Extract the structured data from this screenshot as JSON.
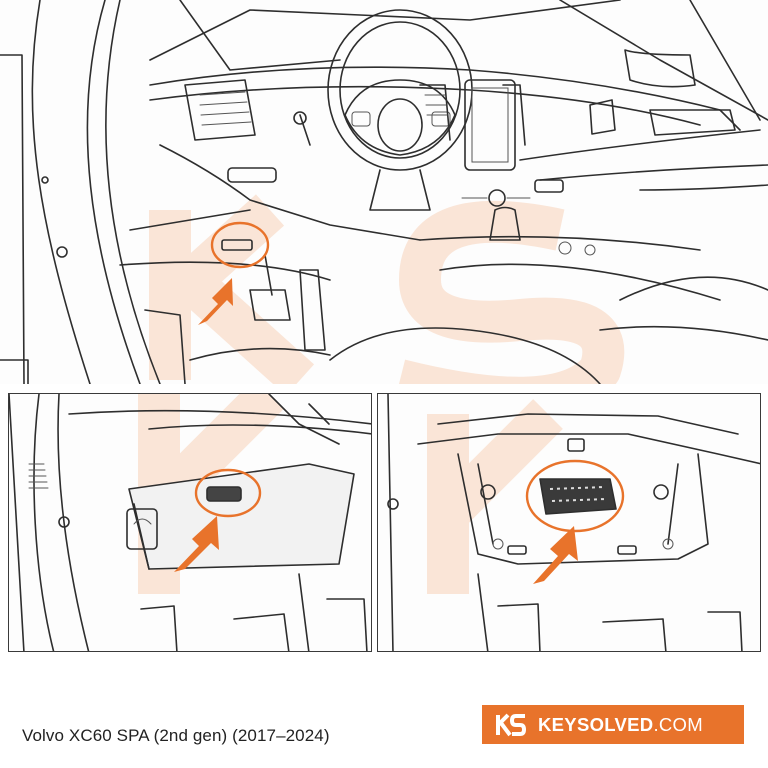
{
  "caption": "Volvo XC60 SPA (2nd gen) (2017–2024)",
  "brand": {
    "logo_text": "KS",
    "name_bold": "KEYSOLVED",
    "name_tld": ".COM",
    "color": "#e8732b"
  },
  "accent_color": "#e8732b",
  "panels": [
    {
      "id": "overview",
      "icon": "arrow-pointer-icon"
    },
    {
      "id": "under-dash-closeup",
      "icon": "arrow-pointer-icon"
    },
    {
      "id": "obd-port-closeup",
      "icon": "arrow-pointer-icon"
    }
  ]
}
